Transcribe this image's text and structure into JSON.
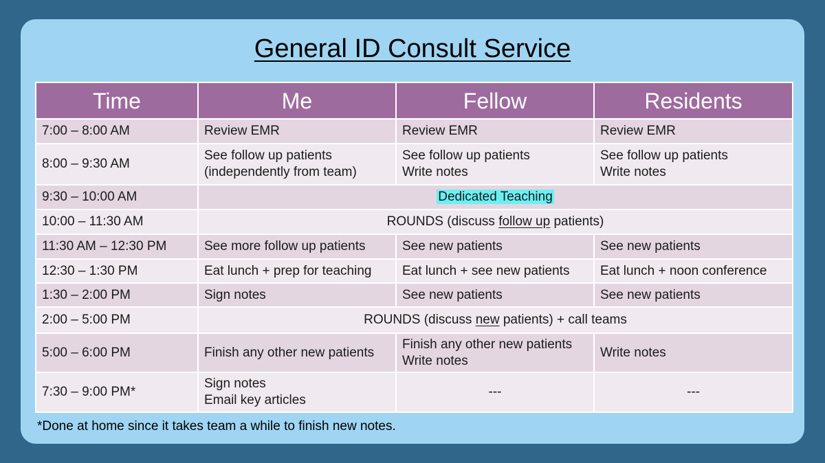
{
  "title": "General ID Consult Service",
  "headers": [
    "Time",
    "Me",
    "Fellow",
    "Residents"
  ],
  "rows": [
    {
      "time": "7:00 – 8:00 AM",
      "me": [
        "Review EMR"
      ],
      "fellow": [
        "Review EMR"
      ],
      "residents": [
        "Review EMR"
      ]
    },
    {
      "time": "8:00 – 9:30 AM",
      "me": [
        "See follow up patients",
        "(independently from team)"
      ],
      "fellow": [
        "See follow up patients",
        "Write notes"
      ],
      "residents": [
        "See follow up patients",
        "Write notes"
      ]
    },
    {
      "time": "9:30 – 10:00 AM",
      "merged": {
        "text": "Dedicated Teaching"
      }
    },
    {
      "time": "10:00 – 11:30 AM",
      "merged": {
        "before": "ROUNDS (discuss ",
        "emph": "follow up",
        "after": " patients)"
      }
    },
    {
      "time": "11:30 AM – 12:30 PM",
      "me": [
        "See more follow up patients"
      ],
      "fellow": [
        "See new patients"
      ],
      "residents": [
        "See new patients"
      ]
    },
    {
      "time": "12:30 – 1:30 PM",
      "me": [
        "Eat lunch + prep for teaching"
      ],
      "fellow": [
        "Eat lunch + see new patients"
      ],
      "residents": [
        "Eat lunch + noon conference"
      ]
    },
    {
      "time": "1:30 – 2:00 PM",
      "me": [
        "Sign notes"
      ],
      "fellow": [
        "See new patients"
      ],
      "residents": [
        "See new patients"
      ]
    },
    {
      "time": "2:00 – 5:00 PM",
      "merged": {
        "before": "ROUNDS (discuss ",
        "emph": "new",
        "after": " patients) + call teams"
      }
    },
    {
      "time": "5:00 – 6:00 PM",
      "me": [
        "Finish any other new patients"
      ],
      "fellow": [
        "Finish any other new patients",
        "Write notes"
      ],
      "residents": [
        "Write notes"
      ]
    },
    {
      "time": "7:30 – 9:00 PM*",
      "me": [
        "Sign notes",
        "Email key articles"
      ],
      "fellow": [
        "---"
      ],
      "residents": [
        "---"
      ],
      "dash_cols": [
        "fellow",
        "residents"
      ]
    }
  ],
  "footnote": "*Done at home since it takes team a while to finish new notes.",
  "colors": {
    "background": "#2f6689",
    "card": "#9fd5f3",
    "header": "#9e6b9e",
    "row_dark": "#e3d6e1",
    "row_light": "#f0e9ef",
    "highlight": "#6af0f3"
  }
}
